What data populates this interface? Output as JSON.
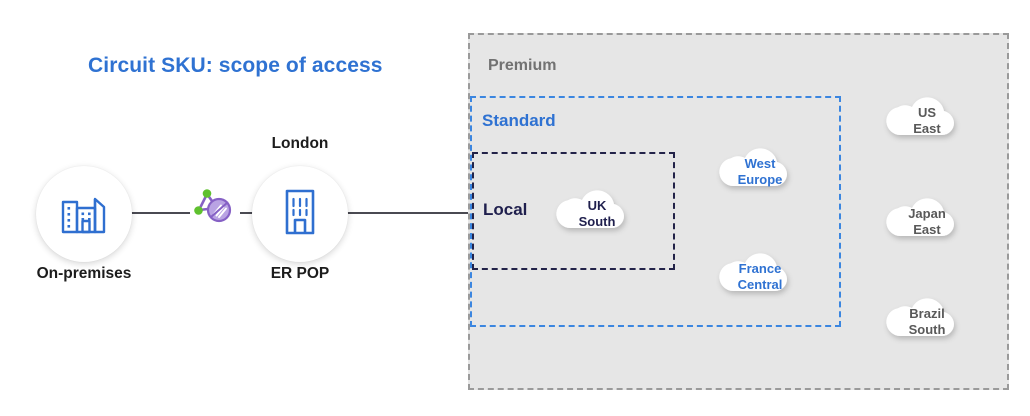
{
  "title": "Circuit SKU: scope of access",
  "topology": {
    "onprem": {
      "label": "On-premises",
      "icon": "office-buildings-icon"
    },
    "erpop": {
      "label": "ER POP",
      "location": "London",
      "icon": "single-building-icon"
    },
    "connector": {
      "icon": "expressroute-icon"
    }
  },
  "sku_boxes": {
    "premium": {
      "label": "Premium",
      "color": "#727272",
      "border": "#9a9a9a"
    },
    "standard": {
      "label": "Standard",
      "color": "#2f72d2",
      "border": "#3b86e0"
    },
    "local": {
      "label": "Local",
      "color": "#1f1f4d",
      "border": "#232349"
    }
  },
  "regions": [
    {
      "name": "uk-south",
      "label": "UK\nSouth",
      "scope": "local",
      "text_color": "#1f1f4d"
    },
    {
      "name": "west-europe",
      "label": "West\nEurope",
      "scope": "standard",
      "text_color": "#2f72d2"
    },
    {
      "name": "france-central",
      "label": "France\nCentral",
      "scope": "standard",
      "text_color": "#2f72d2"
    },
    {
      "name": "us-east",
      "label": "US\nEast",
      "scope": "premium",
      "text_color": "#595959"
    },
    {
      "name": "japan-east",
      "label": "Japan\nEast",
      "scope": "premium",
      "text_color": "#595959"
    },
    {
      "name": "brazil-south",
      "label": "Brazil\nSouth",
      "scope": "premium",
      "text_color": "#595959"
    }
  ],
  "colors": {
    "accent_blue": "#2f72d2",
    "panel_background": "#e6e6e6",
    "line": "#4a4a52",
    "icon_blue": "#2f6fd0",
    "connector_purple": "#8661c5",
    "connector_green": "#5fc12e"
  }
}
